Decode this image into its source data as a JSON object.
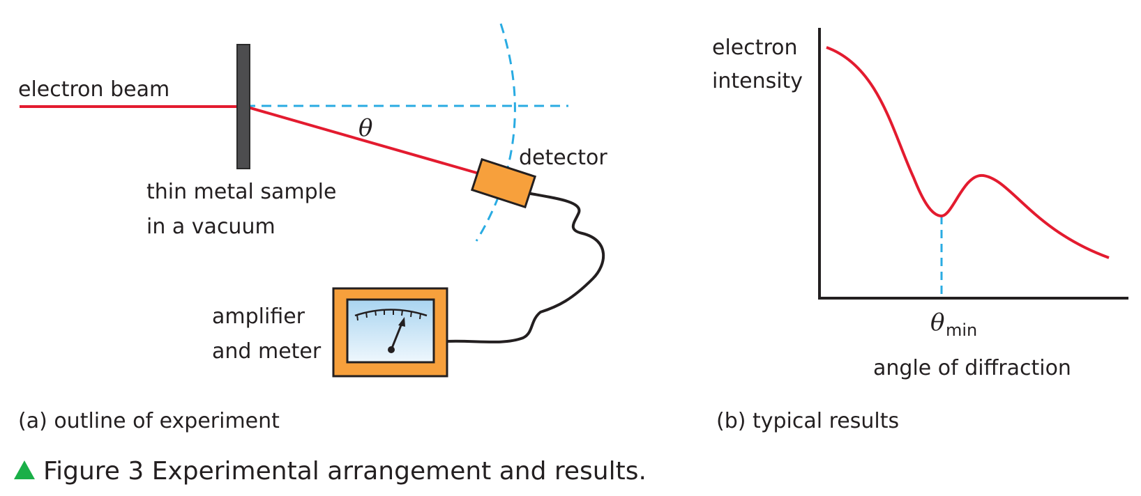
{
  "panel_a": {
    "beam_label": "electron beam",
    "sample_label_line1": "thin metal sample",
    "sample_label_line2": "in a vacuum",
    "angle_symbol": "θ",
    "detector_label": "detector",
    "meter_label_line1": "amplifier",
    "meter_label_line2": "and meter",
    "caption": "(a) outline of experiment"
  },
  "panel_b": {
    "ylabel_line1": "electron",
    "ylabel_line2": "intensity",
    "min_symbol": "θ",
    "min_subscript": "min",
    "xlabel": "angle of diffraction",
    "caption": "(b) typical results"
  },
  "figure_caption": {
    "marker": "▲",
    "text": "Figure 3 Experimental arrangement and results."
  },
  "colors": {
    "beam": "#e31b2f",
    "dashed_guide": "#29abe2",
    "sample": "#4d4d4f",
    "device_fill": "#f7a03c",
    "meter_face": "#d6ecf8",
    "axis": "#231f20",
    "caption_marker": "#1aaf48"
  }
}
